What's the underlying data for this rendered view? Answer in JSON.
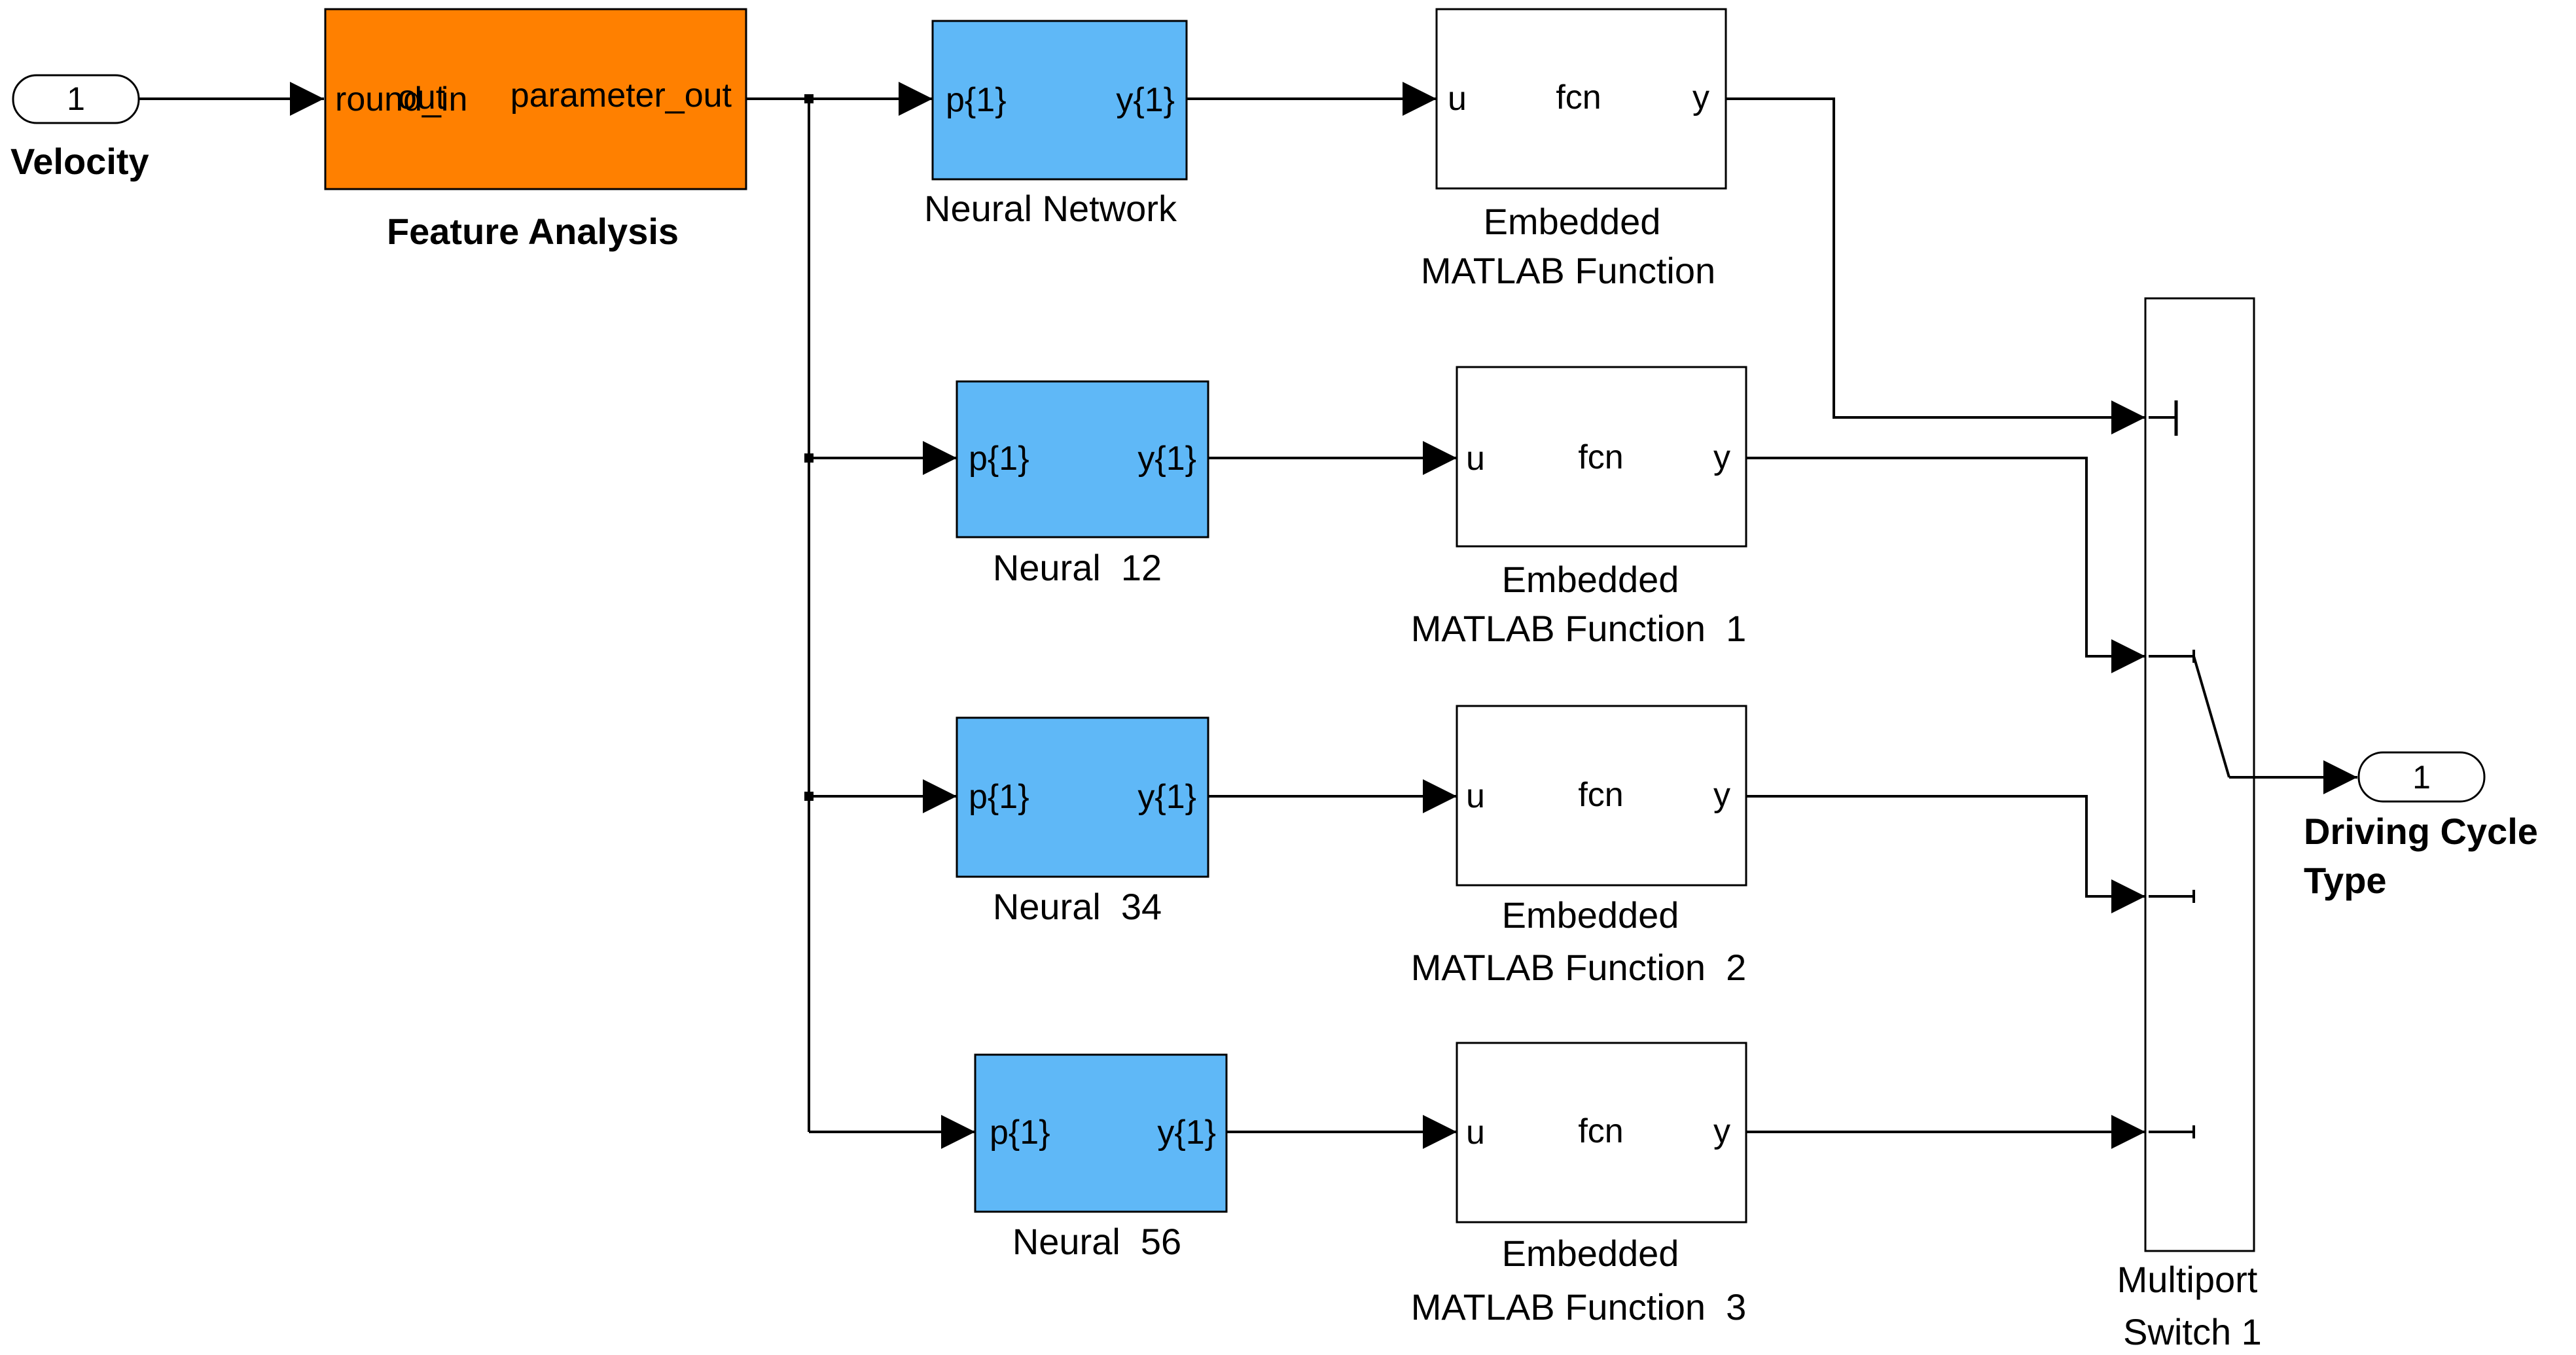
{
  "colors": {
    "subsystem": "#FF8000",
    "neural": "#5FB8F7",
    "function_block": "#FFFFFF",
    "line": "#000000"
  },
  "inport": {
    "number": "1",
    "name": "Velocity"
  },
  "outport": {
    "number": "1",
    "name_line1": "Driving Cycle",
    "name_line2": "Type"
  },
  "feature_analysis": {
    "name": "Feature Analysis",
    "in_port": "round_in",
    "in_port_overlap": "out",
    "out_port": "parameter_out"
  },
  "neural_blocks": [
    {
      "name": "Neural Network",
      "in_port": "p{1}",
      "out_port": "y{1}"
    },
    {
      "name": "Neural  12",
      "in_port": "p{1}",
      "out_port": "y{1}"
    },
    {
      "name": "Neural  34",
      "in_port": "p{1}",
      "out_port": "y{1}"
    },
    {
      "name": "Neural  56",
      "in_port": "p{1}",
      "out_port": "y{1}"
    }
  ],
  "function_blocks": [
    {
      "name_line1": "Embedded",
      "name_line2": "MATLAB Function",
      "in_port": "u",
      "body": "fcn",
      "out_port": "y"
    },
    {
      "name_line1": "Embedded",
      "name_line2": "MATLAB Function  1",
      "in_port": "u",
      "body": "fcn",
      "out_port": "y"
    },
    {
      "name_line1": "Embedded",
      "name_line2": "MATLAB Function  2",
      "in_port": "u",
      "body": "fcn",
      "out_port": "y"
    },
    {
      "name_line1": "Embedded",
      "name_line2": "MATLAB Function  3",
      "in_port": "u",
      "body": "fcn",
      "out_port": "y"
    }
  ],
  "multiport_switch": {
    "name_line1": "Multiport",
    "name_line2": "Switch 1"
  }
}
